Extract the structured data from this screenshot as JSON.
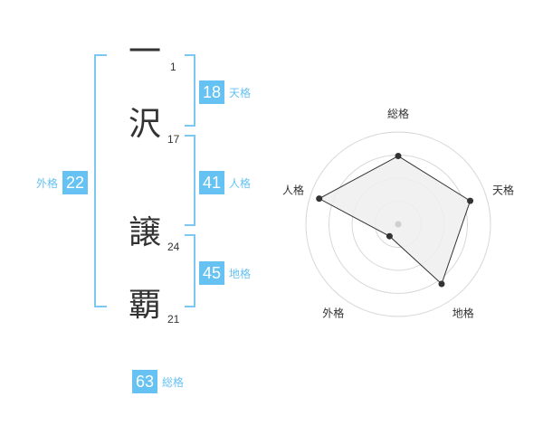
{
  "name": {
    "chars": [
      {
        "char": "一",
        "strokes": "1"
      },
      {
        "char": "沢",
        "strokes": "17"
      },
      {
        "char": "譲",
        "strokes": "24"
      },
      {
        "char": "覇",
        "strokes": "21"
      }
    ]
  },
  "fortune": {
    "tenkaku": {
      "value": "18",
      "label": "天格"
    },
    "jinkaku": {
      "value": "41",
      "label": "人格"
    },
    "chikaku": {
      "value": "45",
      "label": "地格"
    },
    "gaikaku": {
      "value": "22",
      "label": "外格"
    },
    "soukaku": {
      "value": "63",
      "label": "総格"
    }
  },
  "colors": {
    "accent": "#66c2f2",
    "bracket": "#7dc7f0",
    "text": "#333333"
  },
  "chart_data": {
    "type": "radar",
    "axes": [
      "総格",
      "天格",
      "地格",
      "外格",
      "人格"
    ],
    "values": [
      0.74,
      0.82,
      0.8,
      0.16,
      0.9
    ],
    "range": [
      0,
      1
    ],
    "rings": 4,
    "fill": "#efefef",
    "stroke": "#333333"
  }
}
